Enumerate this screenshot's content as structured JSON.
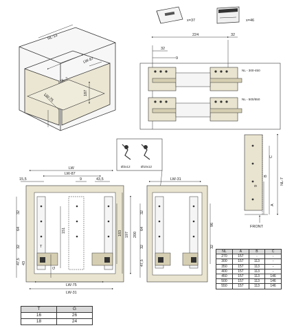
{
  "parts": {
    "front_connector_qty": "x=37",
    "rear_bracket_qty": "x=46"
  },
  "box_view": {
    "top_depth": "NL-13",
    "inner_width": "LW-87",
    "inner_depth": "NL-7",
    "bottom_width": "LW-75",
    "height": "187"
  },
  "side_profile": {
    "dim_224": "224",
    "dim_32_top": "32",
    "dim_32_left": "32",
    "dim_9": "9",
    "range_short": "NL - 300-450",
    "range_long": "NL - 500/550"
  },
  "drill_detail": {
    "screw_a": "Ø2x12",
    "screw_b": "Ø10x12"
  },
  "rear_section": {
    "c": "C",
    "b": "B",
    "a": "A",
    "nl7": "NL-7",
    "dim_9": "9",
    "front": "FRONT"
  },
  "front_view": {
    "lw": "LW",
    "lw87": "LW-87",
    "d15_5": "15,5",
    "d43_5": "43,5",
    "d9": "9",
    "d32_a": "32",
    "d64": "64",
    "d32_b": "32",
    "d47_5": "47,5",
    "d43": "43",
    "d151": "151",
    "d197": "197",
    "d200": "200",
    "d183": "183",
    "t": "T",
    "g": "G",
    "lw75": "LW-75",
    "lw31": "LW-31"
  },
  "rear_view": {
    "lw31": "LW-31",
    "d32_a": "32",
    "d64": "64",
    "d32_b": "32",
    "d47_5": "47,5",
    "d96": "96",
    "d32_c": "32"
  },
  "nl_table": {
    "headers": [
      "NL",
      "A",
      "B",
      "C"
    ],
    "rows": [
      [
        "270",
        "157",
        "-",
        "-"
      ],
      [
        "300",
        "157",
        "113",
        "-"
      ],
      [
        "350",
        "157",
        "113",
        "-"
      ],
      [
        "400",
        "157",
        "113",
        "-"
      ],
      [
        "450",
        "157",
        "113",
        "146"
      ],
      [
        "500",
        "157",
        "113",
        "146"
      ],
      [
        "550",
        "157",
        "113",
        "146"
      ]
    ]
  },
  "tg_table": {
    "headers": [
      "T",
      "G"
    ],
    "rows": [
      [
        "16",
        "26"
      ],
      [
        "18",
        "24"
      ]
    ]
  },
  "colors": {
    "panel": "#e9e4cf",
    "panel_dark": "#d5ceb2",
    "line": "#333333"
  }
}
